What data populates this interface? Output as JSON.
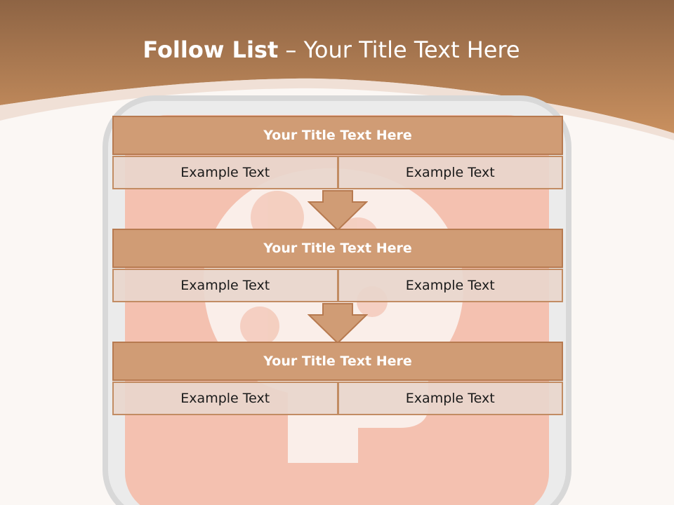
{
  "slide": {
    "title_bold": "Follow List",
    "title_rest": " – Your Title Text Here"
  },
  "blocks": [
    {
      "title": "Your Title Text Here",
      "cells": [
        "Example Text",
        "Example Text"
      ]
    },
    {
      "title": "Your Title Text Here",
      "cells": [
        "Example Text",
        "Example Text"
      ]
    },
    {
      "title": "Your Title Text Here",
      "cells": [
        "Example Text",
        "Example Text"
      ]
    }
  ],
  "colors": {
    "header": "#c4875a",
    "title_box": "#d09c75",
    "cell": "#e8d6cc",
    "background_tile": "#f7b39c"
  },
  "icons": [
    "head-gears-icon",
    "down-arrow-icon"
  ]
}
